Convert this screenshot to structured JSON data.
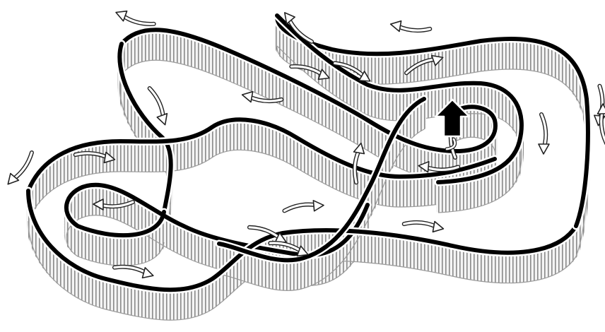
{
  "diagram": {
    "kind": "3d-ribbon-maze",
    "colors": {
      "background": "#ffffff",
      "track_line": "#000000",
      "wall_stripe_dark": "#8a8a8a",
      "wall_stripe_light": "#f4f4f4",
      "arrow_fill": "#ffffff",
      "arrow_outline": "#222222",
      "start_arrow": "#000000"
    },
    "start_marker": {
      "icon": "up-arrow-icon",
      "shape": "filled-block-arrow",
      "direction": "up"
    },
    "direction_arrows": [
      {
        "icon": "curved-arrow-icon",
        "direction": "left"
      },
      {
        "icon": "curved-arrow-icon",
        "direction": "down-right"
      },
      {
        "icon": "curved-arrow-icon",
        "direction": "left"
      },
      {
        "icon": "curved-arrow-icon",
        "direction": "right"
      },
      {
        "icon": "curved-arrow-icon",
        "direction": "up-left"
      },
      {
        "icon": "curved-arrow-icon",
        "direction": "down-right"
      },
      {
        "icon": "curved-arrow-icon",
        "direction": "right"
      },
      {
        "icon": "curved-arrow-icon",
        "direction": "left"
      },
      {
        "icon": "curved-arrow-icon",
        "direction": "down"
      },
      {
        "icon": "curved-arrow-icon",
        "direction": "down"
      },
      {
        "icon": "curved-arrow-icon",
        "direction": "up"
      },
      {
        "icon": "curved-arrow-icon",
        "direction": "down-left"
      },
      {
        "icon": "curved-arrow-icon",
        "direction": "right"
      },
      {
        "icon": "curved-arrow-icon",
        "direction": "left"
      },
      {
        "icon": "curved-arrow-icon",
        "direction": "up"
      },
      {
        "icon": "curved-arrow-icon",
        "direction": "left"
      },
      {
        "icon": "curved-arrow-icon",
        "direction": "right"
      },
      {
        "icon": "curved-arrow-icon",
        "direction": "right"
      },
      {
        "icon": "curved-arrow-icon",
        "direction": "right"
      },
      {
        "icon": "curved-arrow-icon",
        "direction": "right"
      },
      {
        "icon": "curved-arrow-icon",
        "direction": "right"
      },
      {
        "icon": "curved-arrow-icon",
        "direction": "up"
      }
    ]
  }
}
